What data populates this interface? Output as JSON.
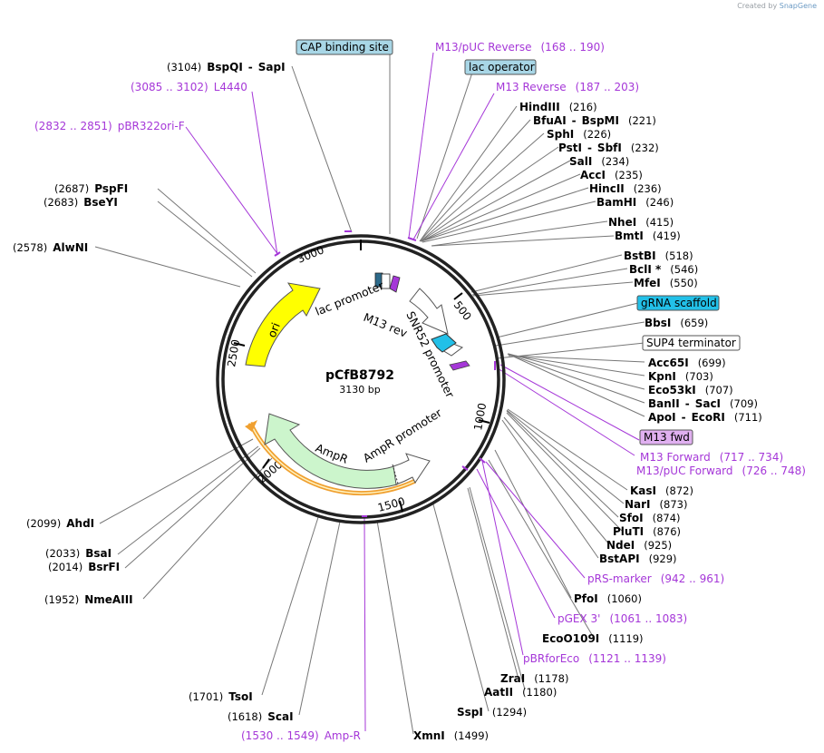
{
  "credit": {
    "prefix": "Created by",
    "brand": "SnapGene"
  },
  "plasmid": {
    "name": "pCfB8792",
    "length_label": "3130 bp"
  },
  "ticks": [
    "500",
    "1000",
    "1500",
    "2000",
    "2500",
    "3000"
  ],
  "features": [
    {
      "id": "ori",
      "label": "ori",
      "color": "#ffff00"
    },
    {
      "id": "lac-promoter",
      "label": "lac promoter",
      "color": "#ffffff"
    },
    {
      "id": "m13-rev",
      "label": "M13 rev",
      "color": "#a537d8"
    },
    {
      "id": "snr52",
      "label": "SNR52 promoter",
      "color": "#ffffff"
    },
    {
      "id": "ampr",
      "label": "AmpR",
      "color": "#ccf5cc"
    },
    {
      "id": "ampr-promoter",
      "label": "AmpR promoter",
      "color": "#ffffff"
    }
  ],
  "boxed": {
    "cap": "CAP binding site",
    "lac_operator": "lac operator",
    "grna": "gRNA scaffold",
    "sup4": "SUP4 terminator",
    "m13fwd": "M13 fwd"
  },
  "labels": {
    "bspqi": {
      "pos": "(3104)",
      "name": "BspQI",
      "sep": "-",
      "name2": "SapI"
    },
    "l4440": {
      "range": "(3085 .. 3102)",
      "name": "L4440"
    },
    "pbr322": {
      "range": "(2832 .. 2851)",
      "name": "pBR322ori-F"
    },
    "pspfi": {
      "pos": "(2687)",
      "name": "PspFI"
    },
    "bseyi": {
      "pos": "(2683)",
      "name": "BseYI"
    },
    "alwni": {
      "pos": "(2578)",
      "name": "AlwNI"
    },
    "ahdi": {
      "pos": "(2099)",
      "name": "AhdI"
    },
    "bsai": {
      "pos": "(2033)",
      "name": "BsaI"
    },
    "bsrfi": {
      "pos": "(2014)",
      "name": "BsrFI"
    },
    "nmeaiii": {
      "pos": "(1952)",
      "name": "NmeAIII"
    },
    "tsoi": {
      "pos": "(1701)",
      "name": "TsoI"
    },
    "scai": {
      "pos": "(1618)",
      "name": "ScaI"
    },
    "ampr_primer": {
      "range": "(1530 .. 1549)",
      "name": "Amp-R"
    },
    "xmni": {
      "name": "XmnI",
      "pos": "(1499)"
    },
    "sspi": {
      "name": "SspI",
      "pos": "(1294)"
    },
    "aatii": {
      "name": "AatII",
      "pos": "(1180)"
    },
    "zrai": {
      "name": "ZraI",
      "pos": "(1178)"
    },
    "pbrforeco": {
      "name": "pBRforEco",
      "range": "(1121 .. 1139)"
    },
    "ecoo109i": {
      "name": "EcoO109I",
      "pos": "(1119)"
    },
    "pgex3": {
      "name": "pGEX 3'",
      "range": "(1061 .. 1083)"
    },
    "pfoi": {
      "name": "PfoI",
      "pos": "(1060)"
    },
    "prsmarker": {
      "name": "pRS-marker",
      "range": "(942 .. 961)"
    },
    "bstapi": {
      "name": "BstAPI",
      "pos": "(929)"
    },
    "ndei": {
      "name": "NdeI",
      "pos": "(925)"
    },
    "pluti": {
      "name": "PluTI",
      "pos": "(876)"
    },
    "sfoi": {
      "name": "SfoI",
      "pos": "(874)"
    },
    "nari": {
      "name": "NarI",
      "pos": "(873)"
    },
    "kasi": {
      "name": "KasI",
      "pos": "(872)"
    },
    "m13puc_fwd": {
      "name": "M13/pUC Forward",
      "range": "(726 .. 748)"
    },
    "m13_forward": {
      "name": "M13 Forward",
      "range": "(717 .. 734)"
    },
    "apoi": {
      "name": "ApoI",
      "sep": "-",
      "name2": "EcoRI",
      "pos": "(711)"
    },
    "banii": {
      "name": "BanII",
      "sep": "-",
      "name2": "SacI",
      "pos": "(709)"
    },
    "eco53ki": {
      "name": "Eco53kI",
      "pos": "(707)"
    },
    "kpni": {
      "name": "KpnI",
      "pos": "(703)"
    },
    "acc65i": {
      "name": "Acc65I",
      "pos": "(699)"
    },
    "bbsi": {
      "name": "BbsI",
      "pos": "(659)"
    },
    "mfei": {
      "name": "MfeI",
      "pos": "(550)"
    },
    "bcli": {
      "name": "BclI *",
      "pos": "(546)"
    },
    "bstbi": {
      "name": "BstBI",
      "pos": "(518)"
    },
    "bmti": {
      "name": "BmtI",
      "pos": "(419)"
    },
    "nhei": {
      "name": "NheI",
      "pos": "(415)"
    },
    "bamhi": {
      "name": "BamHI",
      "pos": "(246)"
    },
    "hincii": {
      "name": "HincII",
      "pos": "(236)"
    },
    "acci": {
      "name": "AccI",
      "pos": "(235)"
    },
    "sali": {
      "name": "SalI",
      "pos": "(234)"
    },
    "psti": {
      "name": "PstI",
      "sep": "-",
      "name2": "SbfI",
      "pos": "(232)"
    },
    "sphi": {
      "name": "SphI",
      "pos": "(226)"
    },
    "bfuai": {
      "name": "BfuAI",
      "sep": "-",
      "name2": "BspMI",
      "pos": "(221)"
    },
    "hindiii": {
      "name": "HindIII",
      "pos": "(216)"
    },
    "m13_reverse": {
      "name": "M13 Reverse",
      "range": "(187 .. 203)"
    },
    "m13puc_rev": {
      "name": "M13/pUC Reverse",
      "range": "(168 .. 190)"
    }
  }
}
